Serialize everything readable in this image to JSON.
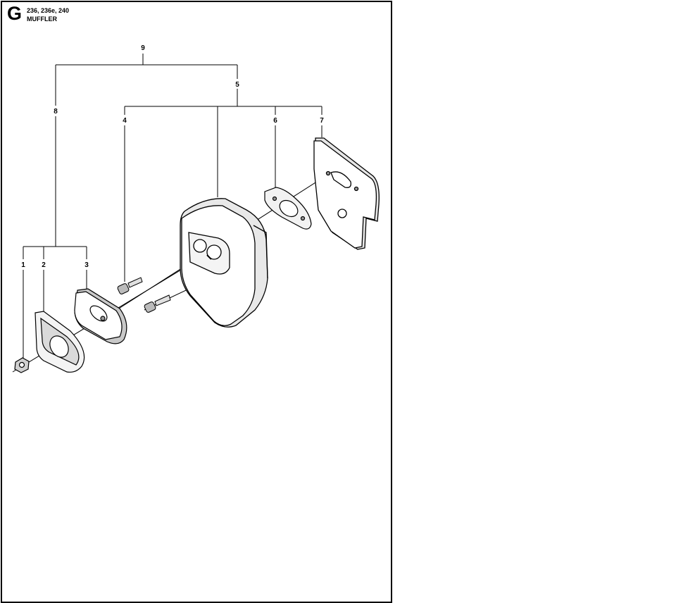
{
  "header": {
    "section_letter": "G",
    "models": "236, 236e, 240",
    "title": "MUFFLER"
  },
  "callouts": {
    "c1": "1",
    "c2": "2",
    "c3": "3",
    "c4": "4",
    "c5": "5",
    "c6": "6",
    "c7": "7",
    "c8": "8",
    "c9": "9"
  }
}
